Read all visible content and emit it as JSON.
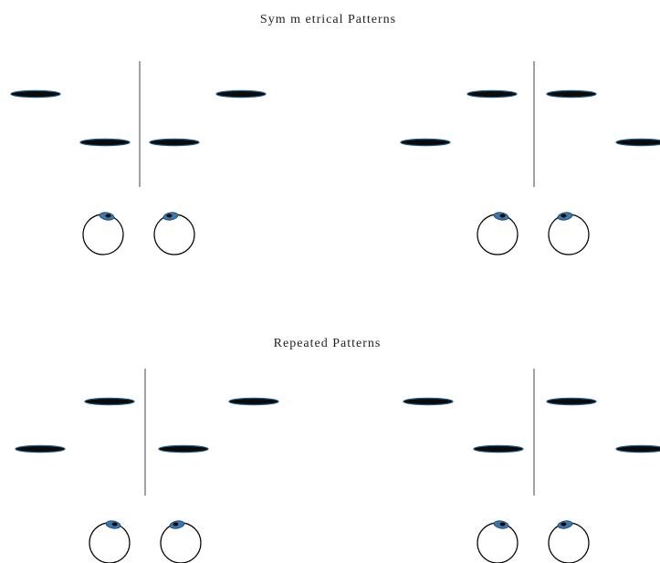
{
  "titles": {
    "symmetrical": "Sym m etrical Patterns",
    "repeated": "Repeated Patterns"
  },
  "colors": {
    "bar_fill": "#0b0b0b",
    "bar_stroke": "#1f5a86",
    "divider": "#8a8a8a",
    "eye_outline": "#000000",
    "iris": "#3a78b0",
    "pupil": "#0a0a0a"
  },
  "icons": {
    "bar": "dark-bar-icon",
    "eye": "eye-icon",
    "divider": "vertical-divider"
  }
}
